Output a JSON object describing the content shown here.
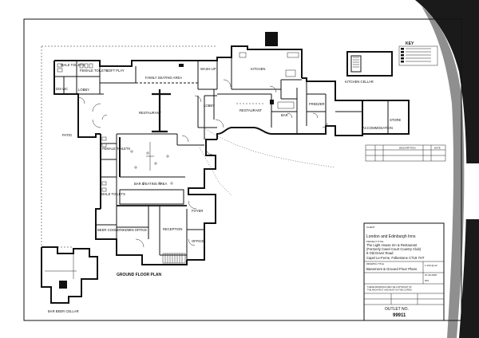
{
  "plan": {
    "title": "GROUND FLOOR PLAN",
    "rooms": {
      "male_toilets_top": "MALE TOILETS",
      "female_toilets_top": "FEMALE TOILETS",
      "disabled": "DIS WC",
      "lobby_top": "LOBBY",
      "soft_play": "SOFT PLAY",
      "family_seating": "FAMILY SEATING AREA",
      "wash_up": "WASH-UP",
      "kitchen": "KITCHEN",
      "restaurant_left": "RESTAURANT",
      "lobby_mid": "LOBBY",
      "restaurant_right": "RESTAURANT",
      "freezer": "FREEZER",
      "bar_small": "BAR",
      "patio": "PATIO",
      "female_toilets_mid": "FEMALE TOILETS",
      "bar_seating": "BAR & EATING AREA",
      "male_toilets_mid": "MALE TOILETS",
      "beer_coolers": "BEER COOLERS",
      "admin_office": "ADMIN OFFICE",
      "reception": "RECEPTION",
      "foyer": "FOYER",
      "office": "OFFICE",
      "plant_store": "STORE",
      "accommodation": "ACCOMMODATION"
    },
    "cellar_label": "KITCHEN CELLAR",
    "bar_beer_cellar": "BAR BEER CELLAR"
  },
  "key": {
    "title": "KEY",
    "items": [
      "",
      "",
      "",
      "",
      "",
      ""
    ]
  },
  "revisions": {
    "headers": [
      "",
      "",
      "DESCRIPTION",
      "",
      "DATE"
    ],
    "rows": [
      [
        "",
        "",
        "",
        "",
        ""
      ],
      [
        "",
        "",
        "",
        "",
        ""
      ]
    ]
  },
  "title_block": {
    "client_label": "CLIENT",
    "client": "London and Edinburgh Inns",
    "project_label": "PROJECT TITLE",
    "project_lines": [
      "The Light House Inn & Restaurant",
      "(Formerly Casel Court Country Club)",
      "9 Old Dover Road",
      "Capel Le-Ferne, Folkestone CT18 7HT"
    ],
    "drawing_label": "DRAWING TITLE",
    "drawing_title": "Basement & Ground Floor Plans",
    "scale": "1:100 @ A2",
    "date": "07.06.2005",
    "drawing_no": "004",
    "note_line1": "THESE DRAWINGS ARE THE COPYRIGHT OF",
    "note_line2": "THE ARCHITECT AND MUST NOT BE COPIED",
    "outlet_label": "OUTLET NO.",
    "outlet_no": "99911"
  }
}
